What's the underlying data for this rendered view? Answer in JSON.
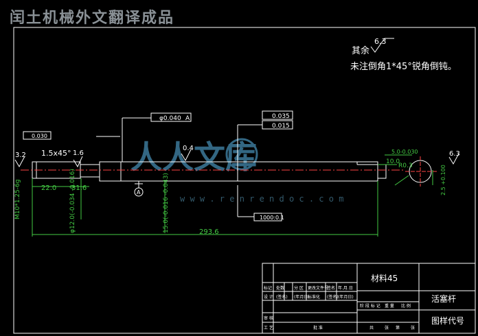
{
  "header": {
    "title": "闰土机械外文翻译成品"
  },
  "notes": {
    "line1_prefix": "其余",
    "line1_roughness": "6.3",
    "line2": "未注倒角1*45°锐角倒钝。"
  },
  "dimensions": {
    "roughness_left": "3.2",
    "chamfer": "1.5x45°",
    "roughness_16": "1.6",
    "roughness_04": "0.4",
    "roughness_right": "6.3",
    "len_22": "22.0",
    "len_316": "31.6",
    "total_len": "293.6",
    "thread": "M10*1.25-6g",
    "dia12": "φ12.0(-0.034 -0.016)",
    "dia15": "15.0(-0.016 -0.043)",
    "groove": "5.0-0.030",
    "groove_w": "10.0",
    "r03": "R0.3",
    "depth": "2.5 +0.100",
    "datum_a": "A",
    "flatness": "0.030",
    "concentricity": "φ0.040",
    "concentricity_ref": "A",
    "circ_run1": "0.035",
    "circ_run2": "0.015",
    "straight": "1000:0.1"
  },
  "watermark": {
    "text": "人人文库",
    "url": "w w w . r e n r e n d o c . c o m"
  },
  "title_block": {
    "material": "材料45",
    "part_name": "活塞杆",
    "drawing_code": "图样代号",
    "row1": [
      "标记",
      "处数",
      "分 区",
      "更改文件号",
      "签名",
      "年.月.日"
    ],
    "row2": [
      "设 计",
      "(签名)",
      "(年月日)",
      "标准化",
      "(签名)",
      "(年月日)"
    ],
    "row_stage": [
      "阶 段 标 记",
      "重 量",
      "比 例"
    ],
    "row_review": "审 核",
    "row_process": "工 艺",
    "row_approve": "批 准",
    "row_sheets": [
      "共",
      "张",
      "第",
      "张"
    ]
  },
  "colors": {
    "dim_line": "#44cc44",
    "text_yellow": "#e8e85a",
    "watermark": "#3d7a9a"
  }
}
